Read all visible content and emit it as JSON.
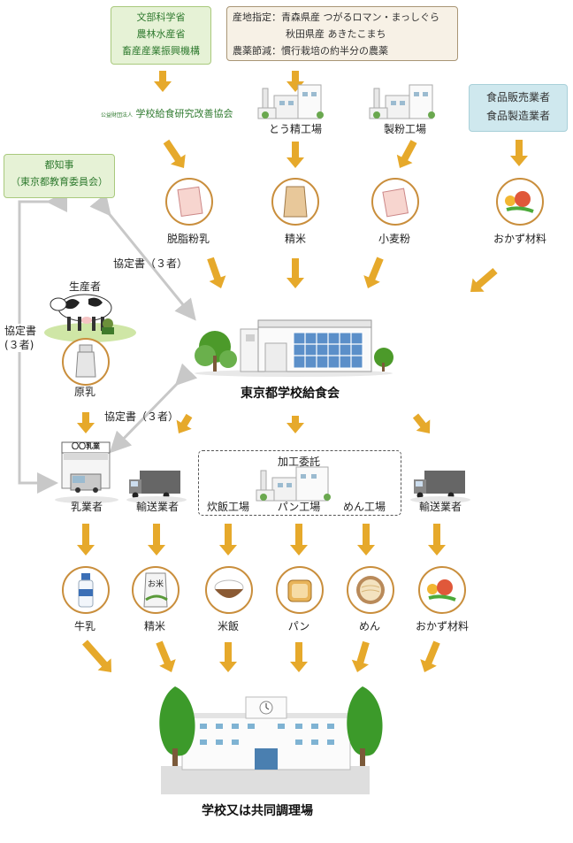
{
  "top": {
    "ministries": [
      "文部科学省",
      "農林水産省",
      "畜産産業振興機構"
    ],
    "origin_line1_label": "産地指定：",
    "origin_line1_value": "青森県産 つがるロマン・まっしぐら",
    "origin_line2_value": "秋田県産 あきたこまち",
    "origin_line3_label": "農薬節減：",
    "origin_line3_value": "慣行栽培の約半分の農薬",
    "vendors": [
      "食品販売業者",
      "食品製造業者"
    ]
  },
  "row2": {
    "association_prefix": "公益財団法人",
    "association": "学校給食研究改善協会",
    "rice_mill": "とう精工場",
    "flour_mill": "製粉工場"
  },
  "governor": [
    "都知事",
    "（東京都教育委員会）"
  ],
  "ingredients": [
    "脱脂粉乳",
    "精米",
    "小麦粉",
    "おかず材料"
  ],
  "agreement_label": "協定書（３者）",
  "agreement_left_label": [
    "協定書",
    "(３者)"
  ],
  "producer": "生産者",
  "raw_milk": "原乳",
  "org_name": "東京都学校給食会",
  "processing": {
    "title": "加工委託",
    "factories": [
      "炊飯工場",
      "パン工場",
      "めん工場"
    ]
  },
  "dairy_sign": "〇〇乳業",
  "suppliers": [
    "乳業者",
    "輸送業者",
    "輸送業者"
  ],
  "products": [
    "牛乳",
    "精米",
    "米飯",
    "パン",
    "めん",
    "おかず材料"
  ],
  "rice_bag_text": "お米",
  "destination": "学校又は共同調理場",
  "colors": {
    "arrow": "#e6a92b",
    "green_text": "#2f7a2f",
    "circle_border": "#c98e3c",
    "gray_arrow": "#c8c8c8"
  }
}
